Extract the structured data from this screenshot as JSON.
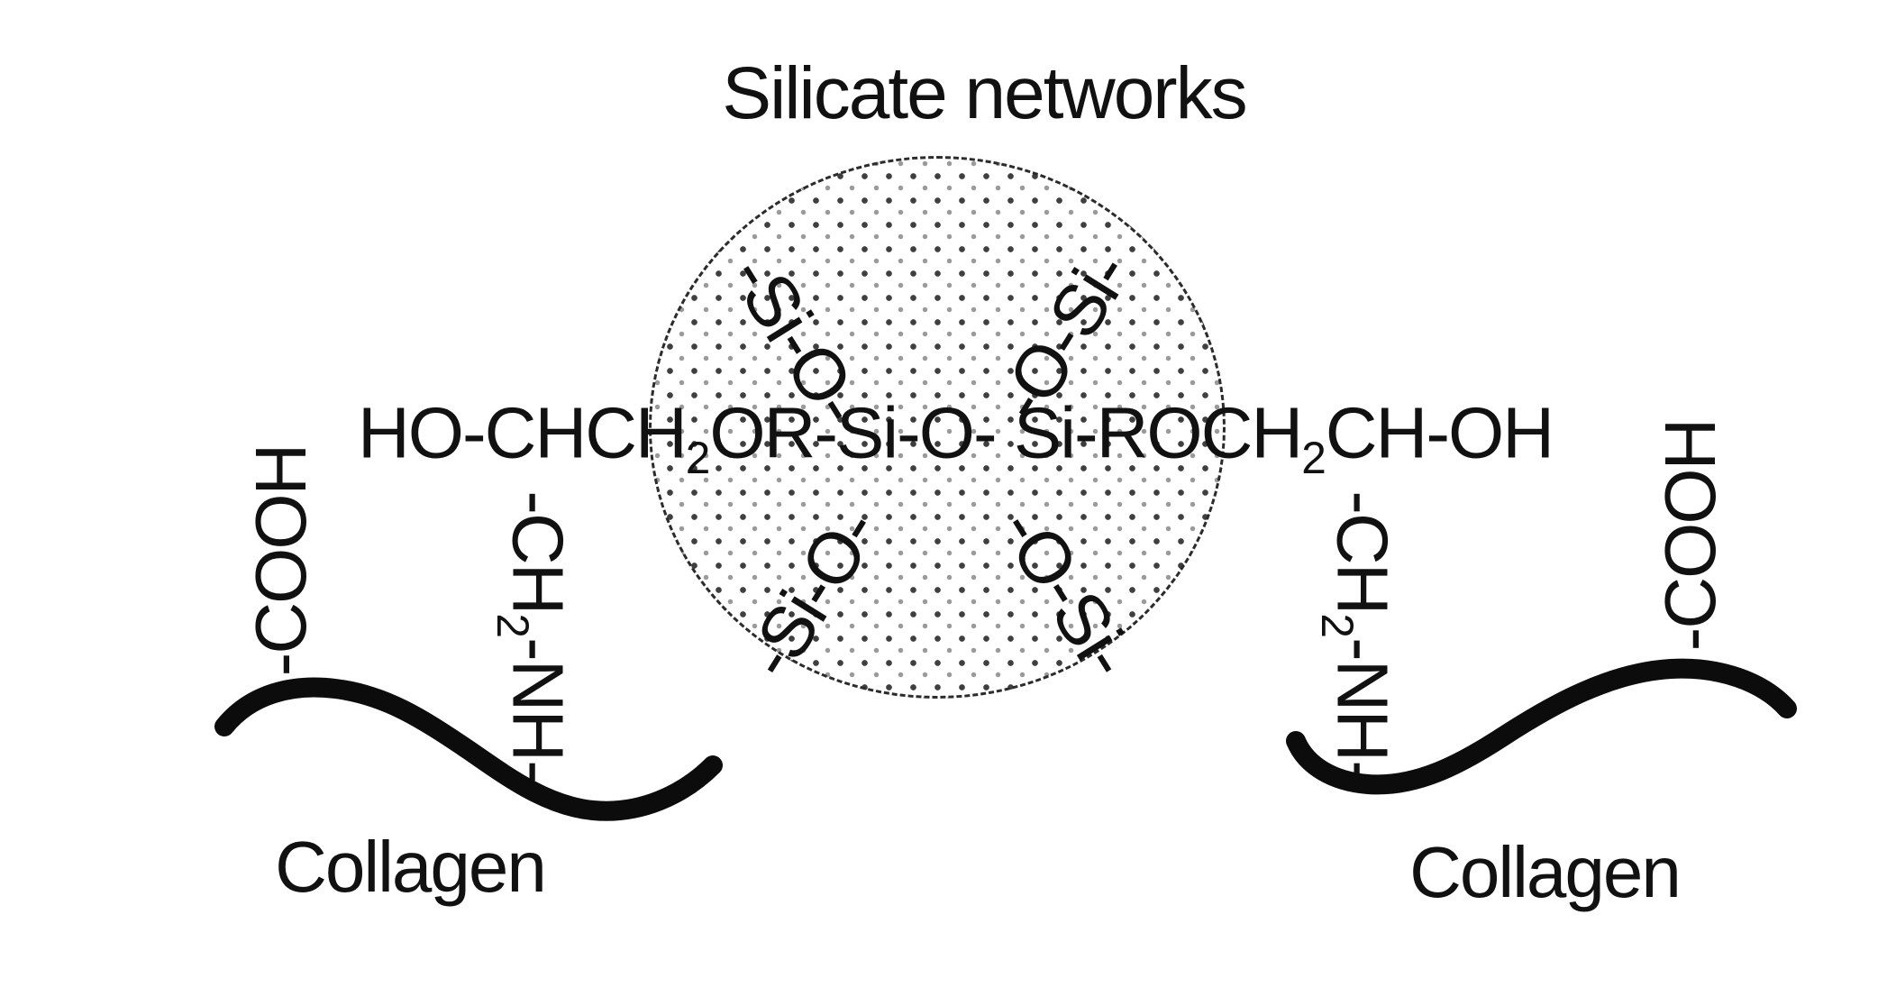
{
  "title": "Silicate networks",
  "silicate_circle": {
    "labels": [
      {
        "position": "top-left",
        "text": "-Si-O-"
      },
      {
        "position": "top-right",
        "text": "-O-Si-"
      },
      {
        "position": "bottom-left",
        "text": "-Si-O-"
      },
      {
        "position": "bottom-right",
        "text": "-O-Si-"
      }
    ]
  },
  "formula": {
    "seg1": "HO-CHCH",
    "sub1": "2",
    "seg2": "OR-Si-O- Si-ROCH",
    "sub2": "2",
    "seg3": "CH-OH"
  },
  "amine_chain": {
    "seg1": "-CH",
    "sub": "2",
    "seg2": "-NH-"
  },
  "carboxyl_group": {
    "text": "-COOH"
  },
  "collagen": {
    "left_label": "Collagen",
    "right_label": "Collagen"
  },
  "colors": {
    "ink": "#111111",
    "dot_primary": "#3f3f3f",
    "dot_secondary": "#9a9a9a",
    "background": "#ffffff"
  }
}
